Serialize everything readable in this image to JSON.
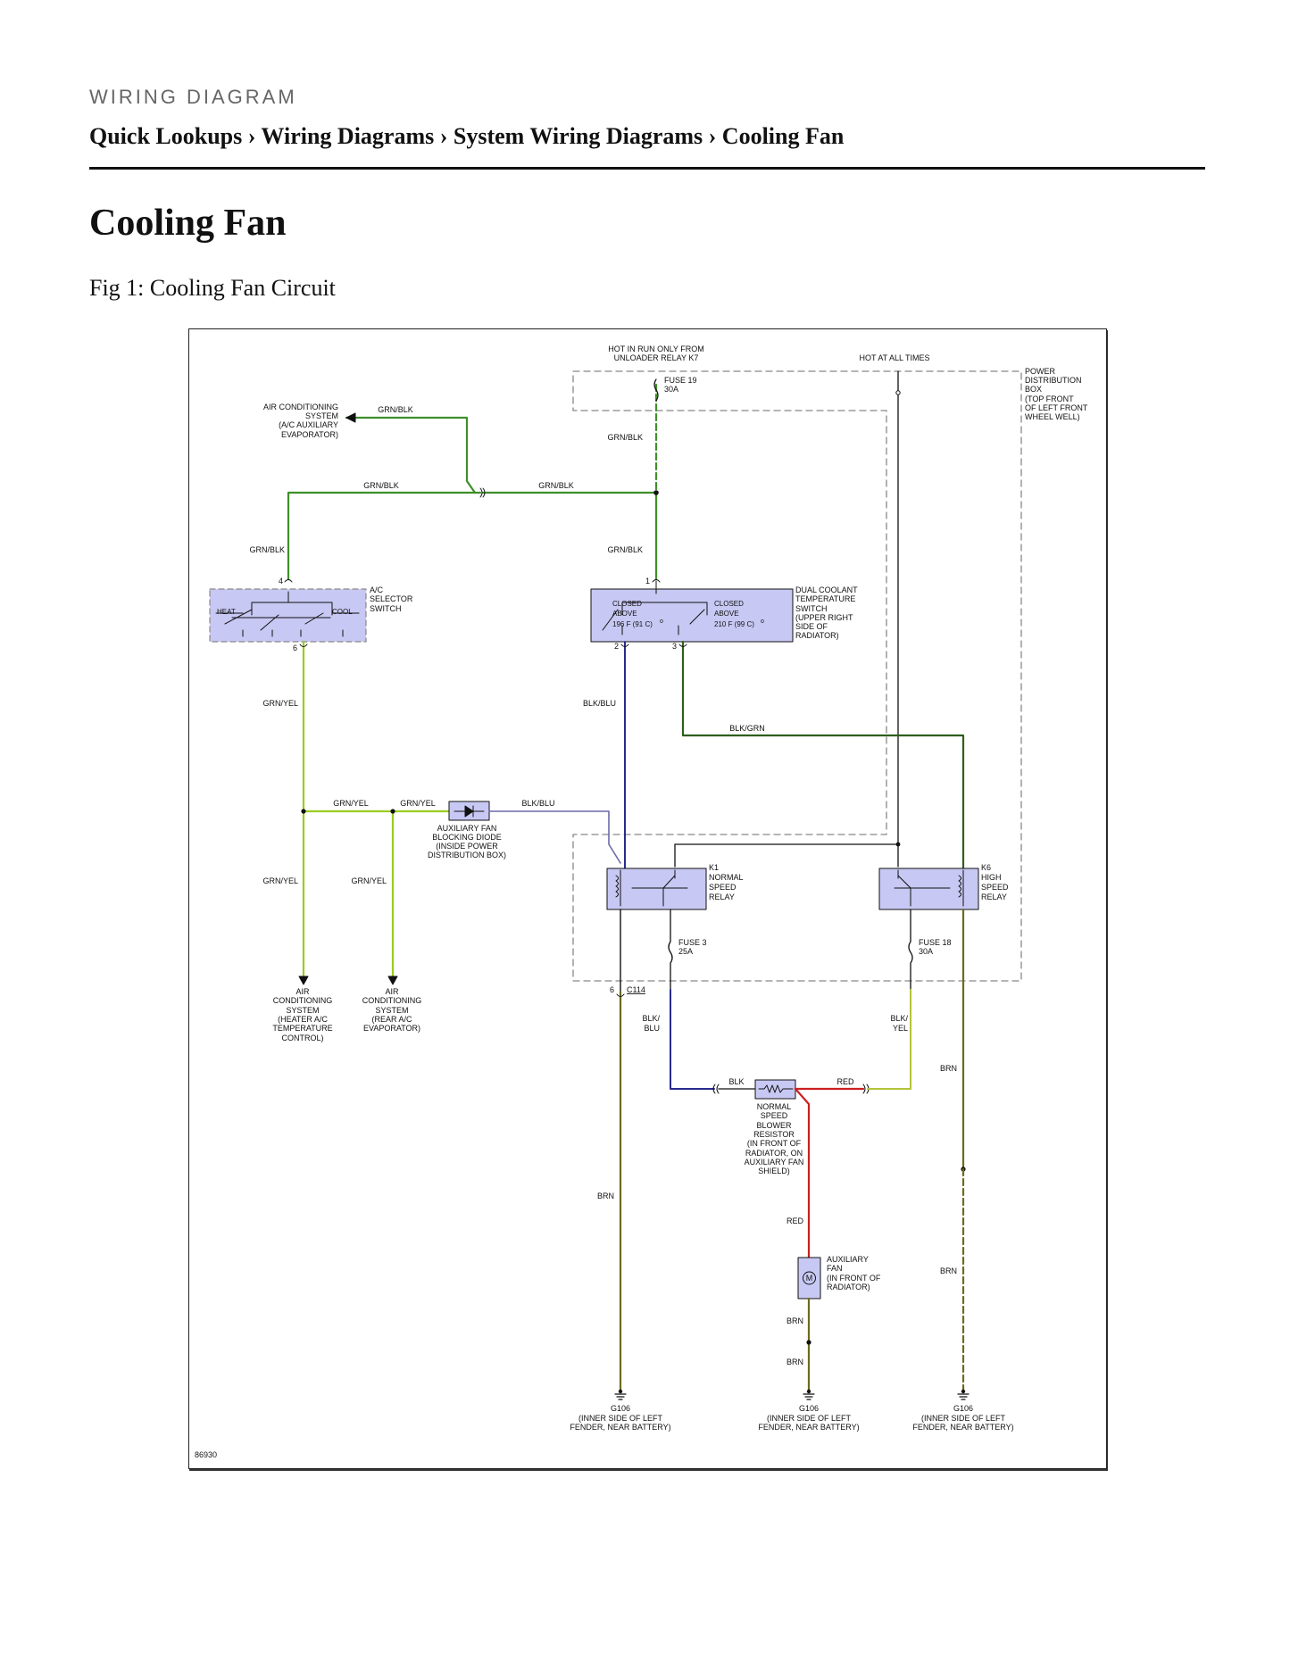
{
  "header": {
    "kicker": "WIRING DIAGRAM",
    "breadcrumb": "Quick Lookups › Wiring Diagrams › System Wiring Diagrams › Cooling Fan"
  },
  "page": {
    "title": "Cooling Fan",
    "figure_caption": "Fig 1: Cooling Fan Circuit"
  },
  "diagram": {
    "figure_id": "86930",
    "colors": {
      "grn_blk": "#3f8f2a",
      "grn_yel": "#9acd1e",
      "blk_blu": "#2a2a8f",
      "blk_grn": "#2e5e1e",
      "red": "#cc1f1f",
      "brn": "#6e6a1e",
      "blk": "#111111",
      "component_fill": "#c8c8f4",
      "dashed_box": "#888888"
    },
    "labels": {
      "hot_run_1": "HOT IN RUN ONLY FROM",
      "hot_run_2": "UNLOADER RELAY K7",
      "hot_all": "HOT AT ALL TIMES",
      "fuse19_1": "FUSE 19",
      "fuse19_2": "30A",
      "pdb_1": "POWER",
      "pdb_2": "DISTRIBUTION",
      "pdb_3": "BOX",
      "pdb_4": "(TOP FRONT",
      "pdb_5": "OF LEFT FRONT",
      "pdb_6": "WHEEL WELL)",
      "ac_sys_1": "AIR CONDITIONING",
      "ac_sys_2": "SYSTEM",
      "ac_sys_3": "(A/C AUXILIARY",
      "ac_sys_4": "EVAPORATOR)",
      "w_grnblk_top": "GRN/BLK",
      "w_grnblk_fuse": "GRN/BLK",
      "w_grnblk_left": "GRN/BLK",
      "w_grnblk_mid": "GRN/BLK",
      "w_grnblk_l4": "GRN/BLK",
      "w_grnblk_c1": "GRN/BLK",
      "pin4": "4",
      "pin1": "1",
      "pin6_sel": "6",
      "pin2": "2",
      "pin3": "3",
      "acsel_1": "A/C",
      "acsel_2": "SELECTOR",
      "acsel_3": "SWITCH",
      "heat": "HEAT",
      "cool": "COOL",
      "closed1": "CLOSED",
      "above1": "ABOVE",
      "temp1": "196 F (91 C)",
      "closed2": "CLOSED",
      "above2": "ABOVE",
      "temp2": "210 F (99 C)",
      "deg1": "o",
      "deg2": "o",
      "dct_1": "DUAL COOLANT",
      "dct_2": "TEMPERATURE",
      "dct_3": "SWITCH",
      "dct_4": "(UPPER RIGHT",
      "dct_5": "SIDE OF",
      "dct_6": "RADIATOR)",
      "w_grnyel_v1": "GRN/YEL",
      "w_blkblu_v": "BLK/BLU",
      "w_blkgrn": "BLK/GRN",
      "w_grnyel_h1": "GRN/YEL",
      "w_grnyel_h2": "GRN/YEL",
      "w_blkblu_h": "BLK/BLU",
      "diode_1": "AUXILIARY FAN",
      "diode_2": "BLOCKING DIODE",
      "diode_3": "(INSIDE POWER",
      "diode_4": "DISTRIBUTION BOX)",
      "k1_1": "K1",
      "k1_2": "NORMAL",
      "k1_3": "SPEED",
      "k1_4": "RELAY",
      "k6_1": "K6",
      "k6_2": "HIGH",
      "k6_3": "SPEED",
      "k6_4": "RELAY",
      "w_grnyel_v2": "GRN/YEL",
      "w_grnyel_v3": "GRN/YEL",
      "fuse3_1": "FUSE 3",
      "fuse3_2": "25A",
      "fuse18_1": "FUSE 18",
      "fuse18_2": "30A",
      "pin6_c": "6",
      "c114": "C114",
      "acl_1": "AIR",
      "acl_2": "CONDITIONING",
      "acl_3": "SYSTEM",
      "acl_4": "(HEATER A/C",
      "acl_5": "TEMPERATURE",
      "acl_6": "CONTROL)",
      "acr_1": "AIR",
      "acr_2": "CONDITIONING",
      "acr_3": "SYSTEM",
      "acr_4": "(REAR A/C",
      "acr_5": "EVAPORATOR)",
      "w_blkblu2_1": "BLK/",
      "w_blkblu2_2": "BLU",
      "w_blkyel_1": "BLK/",
      "w_blkyel_2": "YEL",
      "w_brn_r1": "BRN",
      "w_blk": "BLK",
      "w_red_h": "RED",
      "res_1": "NORMAL",
      "res_2": "SPEED",
      "res_3": "BLOWER",
      "res_4": "RESISTOR",
      "res_5": "(IN FRONT OF",
      "res_6": "RADIATOR, ON",
      "res_7": "AUXILIARY FAN",
      "res_8": "SHIELD)",
      "w_brn_l": "BRN",
      "w_red_v": "RED",
      "fan_1": "AUXILIARY",
      "fan_2": "FAN",
      "fan_3": "(IN FRONT OF",
      "fan_4": "RADIATOR)",
      "motor": "M",
      "w_brn_r2": "BRN",
      "w_brn_f1": "BRN",
      "w_brn_f2": "BRN",
      "g1_1": "G106",
      "g1_2": "(INNER SIDE OF LEFT",
      "g1_3": "FENDER, NEAR BATTERY)",
      "g2_1": "G106",
      "g2_2": "(INNER SIDE OF LEFT",
      "g2_3": "FENDER, NEAR BATTERY)",
      "g3_1": "G106",
      "g3_2": "(INNER SIDE OF LEFT",
      "g3_3": "FENDER, NEAR BATTERY)"
    }
  }
}
